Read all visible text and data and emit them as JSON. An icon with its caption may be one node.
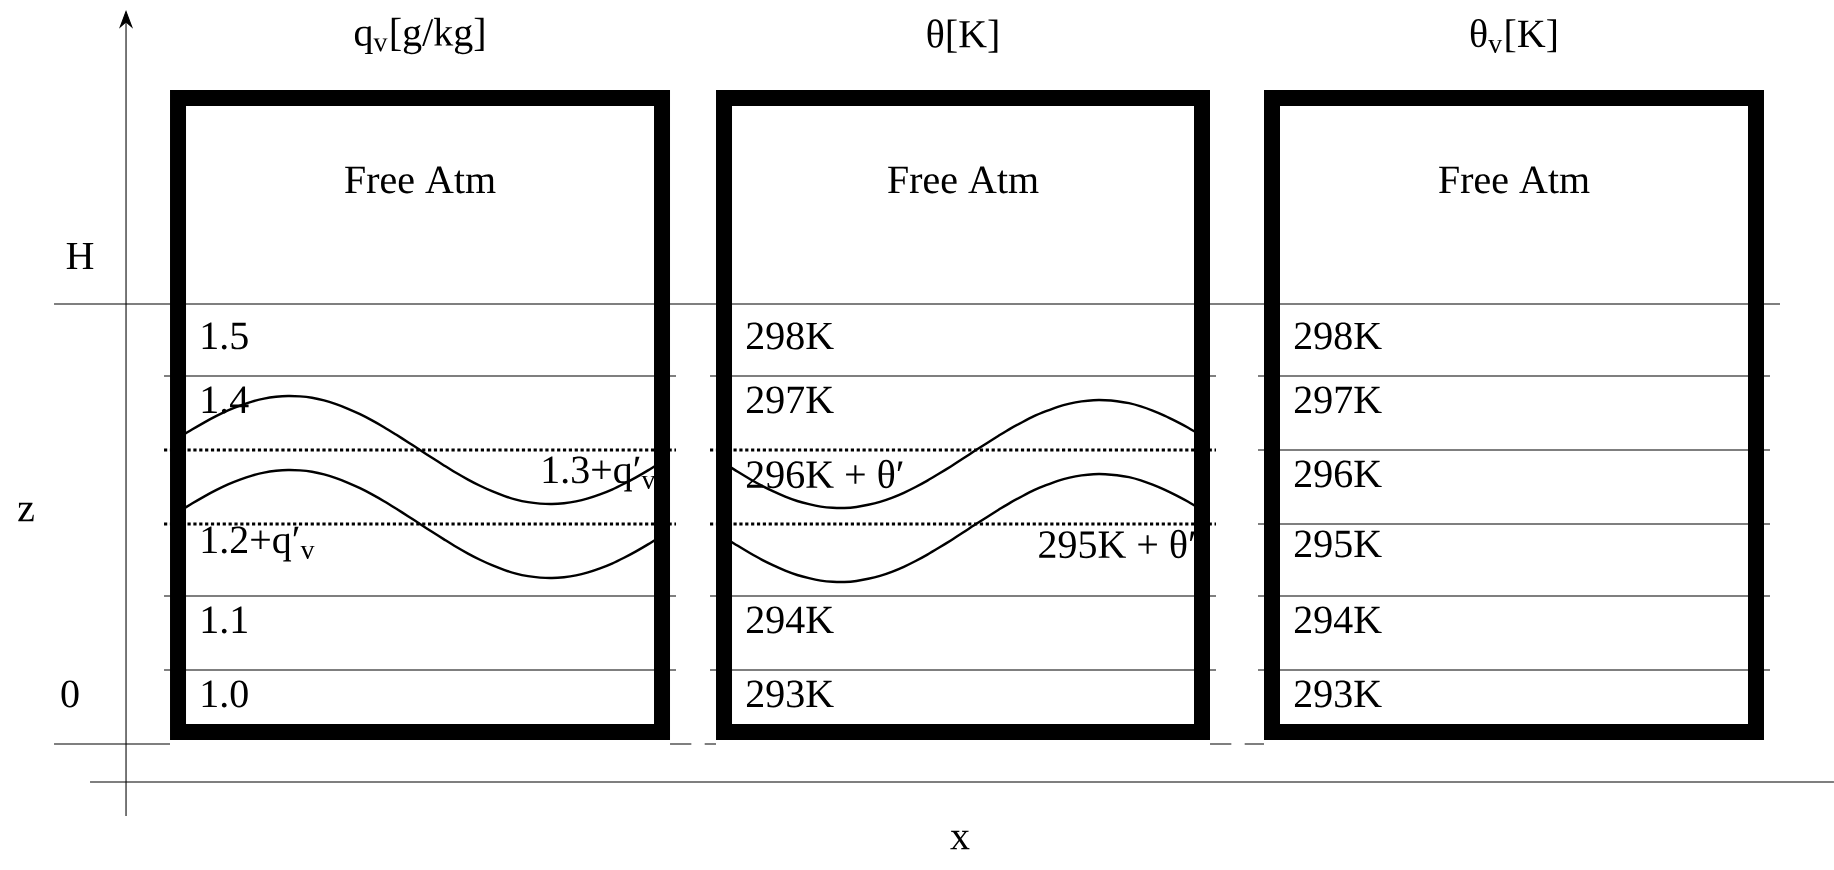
{
  "diagram": {
    "nodes": [
      {
        "text": [
          "q$_{v}$[g/kg]",
          "Free Atm"
        ]
      },
      {
        "text": [
          "θ[K]",
          "Free Atm"
        ]
      },
      {
        "text": [
          "θ$_{v}$[K]",
          "Free Atm"
        ]
      }
    ],
    "labels": [
      "H",
      "z",
      "0",
      "1.5",
      "1.4",
      "1.3+q′$_{v}$",
      "1.2+q′$_{v}$",
      "1.1",
      "1.0",
      "298K",
      "297K",
      "296K + θ′",
      "295K + θ′",
      "294K",
      "293K",
      "298K",
      "297K",
      "296K",
      "295K",
      "294K",
      "293K",
      "x"
    ]
  }
}
